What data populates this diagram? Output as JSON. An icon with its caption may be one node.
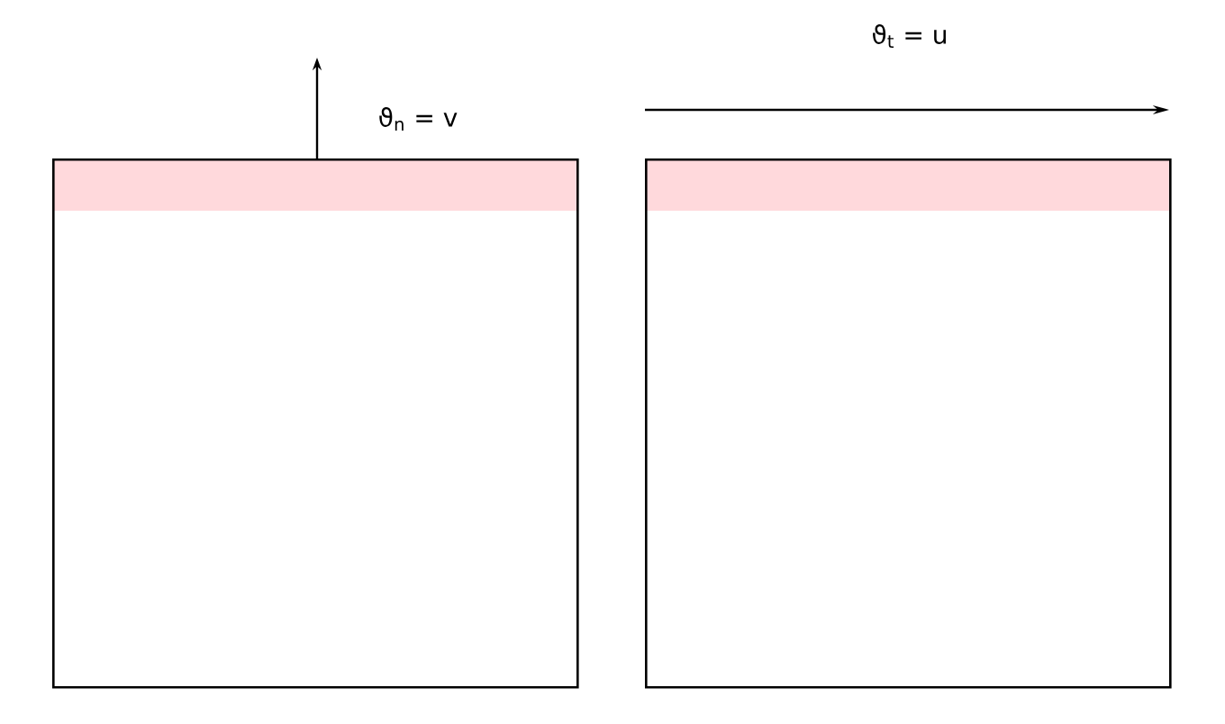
{
  "diagram": {
    "nodes": [
      {
        "text": [],
        "shape": "box"
      },
      {
        "text": [],
        "shape": "box"
      }
    ],
    "labels": [
      "ϑ$_{n}$ = v",
      "ϑ$_{t}$ = u"
    ]
  }
}
